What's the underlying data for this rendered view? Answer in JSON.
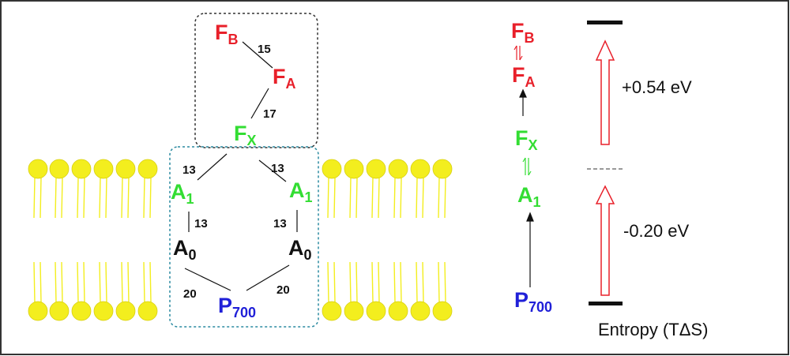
{
  "colors": {
    "iron_sulfur": "#e8202a",
    "phylloquinone": "#33dd33",
    "chlorophyll": "#111111",
    "special_pair": "#2020d8",
    "lipid_head": "#f3ee1e",
    "lipid_tail": "#f3ee1e",
    "frame": "#333333",
    "upper_box": "#333333",
    "lower_box": "#2a8aa0",
    "arrow_outline": "#e8202a"
  },
  "cofactors": {
    "fb": {
      "main": "F",
      "sub": "B"
    },
    "fa": {
      "main": "F",
      "sub": "A"
    },
    "fx": {
      "main": "F",
      "sub": "X"
    },
    "a1_left": {
      "main": "A",
      "sub": "1"
    },
    "a1_right": {
      "main": "A",
      "sub": "1"
    },
    "a0_left": {
      "main": "A",
      "sub": "0"
    },
    "a0_right": {
      "main": "A",
      "sub": "0"
    },
    "p700": {
      "main": "P",
      "sub": "700"
    }
  },
  "distances": {
    "fb_fa": "15",
    "fa_fx": "17",
    "fx_a1_left": "13",
    "fx_a1_right": "13",
    "a1_a0_left": "13",
    "a1_a0_right": "13",
    "a0_p700_left": "20",
    "a0_p700_right": "20"
  },
  "energy_scheme": {
    "fb": {
      "main": "F",
      "sub": "B"
    },
    "fa": {
      "main": "F",
      "sub": "A"
    },
    "fx": {
      "main": "F",
      "sub": "X"
    },
    "a1": {
      "main": "A",
      "sub": "1"
    },
    "p700": {
      "main": "P",
      "sub": "700"
    },
    "upper_label": "+0.54 eV",
    "lower_label": "-0.20 eV",
    "axis_label": "Entropy (TΔS)"
  }
}
